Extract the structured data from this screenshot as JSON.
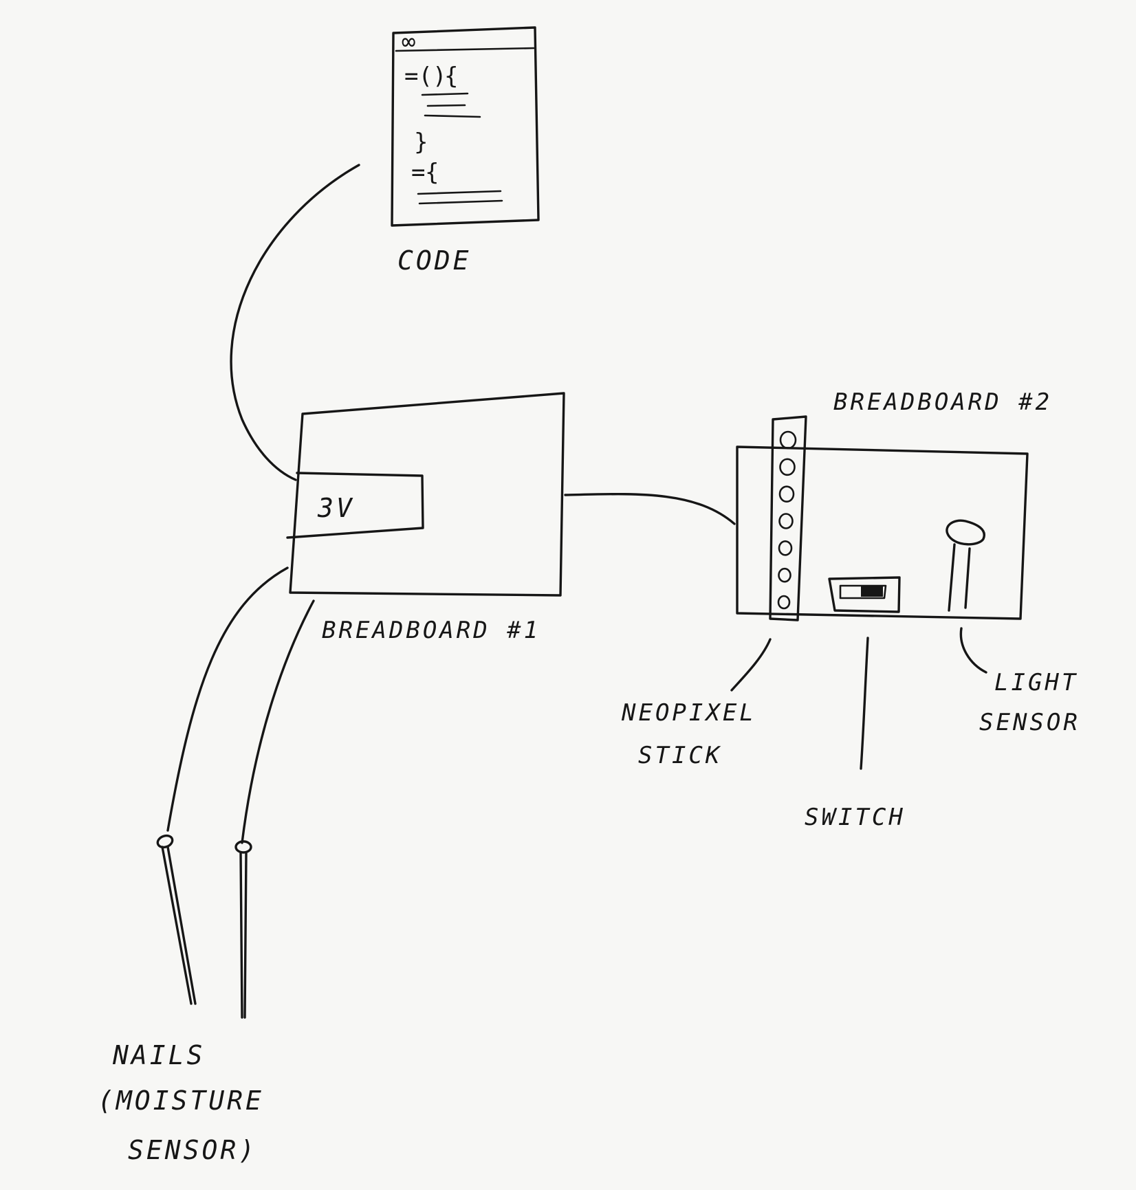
{
  "labels": {
    "code": "CODE",
    "breadboard1": "BREADBOARD #1",
    "breadboard2": "BREADBOARD #2",
    "voltage": "3V",
    "neopixel_line1": "NEOPIXEL",
    "neopixel_line2": "STICK",
    "switch": "SWITCH",
    "light_line1": "LIGHT",
    "light_line2": "SENSOR",
    "nails_line1": "NAILS",
    "nails_line2": "(MOISTURE",
    "nails_line3": "SENSOR)"
  },
  "code_glyphs": {
    "logo": "∞",
    "fn1": "=()",
    "brace_open1": "{",
    "brace_close1": "}",
    "fn2": "=",
    "brace_open2": "{"
  },
  "neopixel": {
    "led_count": 7
  },
  "colors": {
    "ink": "#161616",
    "paper": "#f7f7f5"
  }
}
